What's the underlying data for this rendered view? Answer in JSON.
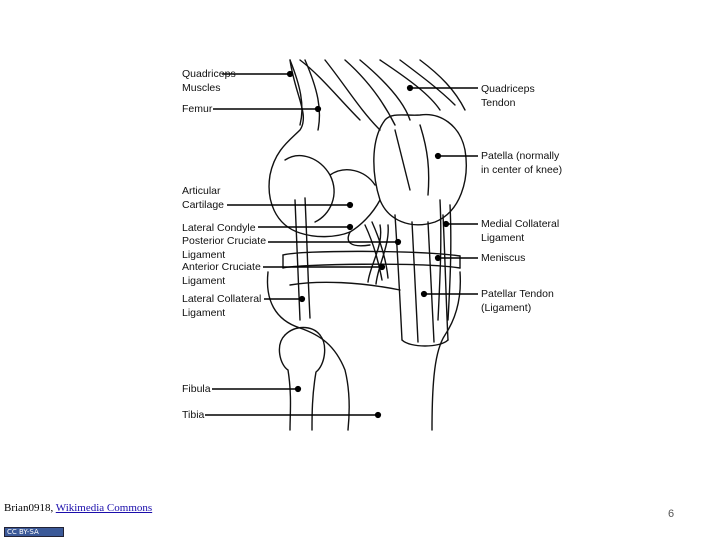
{
  "labels_left": [
    {
      "id": "quadriceps-muscles",
      "line1": "Quadriceps",
      "line2": "Muscles"
    },
    {
      "id": "femur",
      "line1": "Femur",
      "line2": ""
    },
    {
      "id": "articular-cartilage",
      "line1": "Articular",
      "line2": "Cartilage"
    },
    {
      "id": "lateral-condyle",
      "line1": "Lateral Condyle",
      "line2": ""
    },
    {
      "id": "posterior-cruciate-ligament",
      "line1": "Posterior Cruciate",
      "line2": "Ligament"
    },
    {
      "id": "anterior-cruciate-ligament",
      "line1": "Anterior Cruciate",
      "line2": "Ligament"
    },
    {
      "id": "lateral-collateral-ligament",
      "line1": "Lateral Collateral",
      "line2": "Ligament"
    },
    {
      "id": "fibula",
      "line1": "Fibula",
      "line2": ""
    },
    {
      "id": "tibia",
      "line1": "Tibia",
      "line2": ""
    }
  ],
  "labels_right": [
    {
      "id": "quadriceps-tendon",
      "line1": "Quadriceps",
      "line2": "Tendon"
    },
    {
      "id": "patella",
      "line1": "Patella (normally",
      "line2": "in center of knee)"
    },
    {
      "id": "medial-collateral-ligament",
      "line1": "Medial Collateral",
      "line2": "Ligament"
    },
    {
      "id": "meniscus",
      "line1": "Meniscus",
      "line2": ""
    },
    {
      "id": "patellar-tendon",
      "line1": "Patellar Tendon",
      "line2": "(Ligament)"
    }
  ],
  "credit": {
    "author": "Brian0918, ",
    "source": "Wikimedia Commons"
  },
  "license_badge": "CC BY-SA",
  "page_number": "6",
  "colors": {
    "ink": "#111111",
    "link": "#1a0dab",
    "badge": "#3b5998"
  }
}
